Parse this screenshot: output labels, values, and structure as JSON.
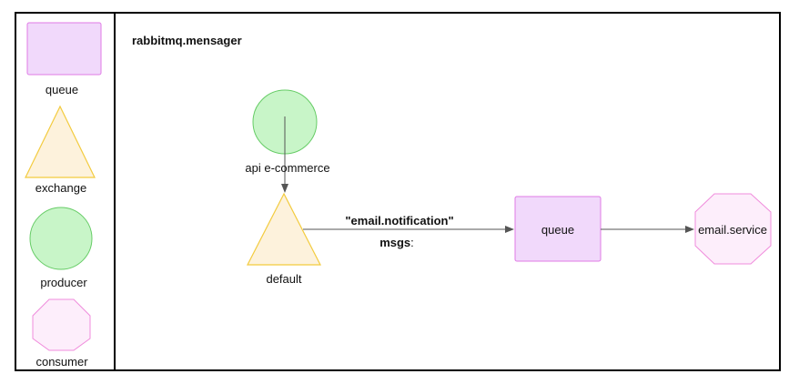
{
  "diagram": {
    "title": "rabbitmq.mensager",
    "legend": {
      "queue": "queue",
      "exchange": "exchange",
      "producer": "producer",
      "consumer": "consumer"
    },
    "nodes": {
      "producer": "api e-commerce",
      "exchange": "default",
      "queue": "queue",
      "consumer": "email.service"
    },
    "edges": {
      "routing_key": "\"email.notification\"",
      "msgs_label": "msgs",
      "msgs_colon": ":"
    },
    "colors": {
      "queue_fill": "#f1d9fb",
      "queue_stroke": "#e07ae6",
      "exchange_fill": "#fdf2dc",
      "exchange_stroke": "#f3cb3e",
      "producer_fill": "#c8f5c8",
      "producer_stroke": "#66cc66",
      "consumer_fill": "#fdeefb",
      "consumer_stroke": "#f08cdc",
      "edge": "#555555"
    }
  }
}
